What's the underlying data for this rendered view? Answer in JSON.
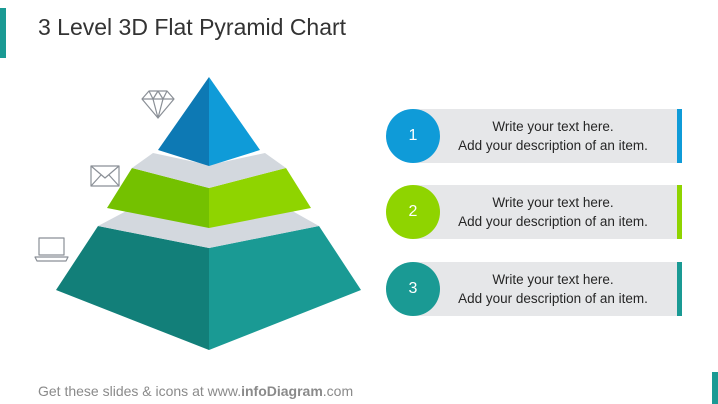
{
  "title": "3 Level 3D Flat Pyramid Chart",
  "colors": {
    "level1_dark": "#0d79b4",
    "level1_light": "#0f9bd8",
    "level2_dark": "#74c100",
    "level2_light": "#8fd400",
    "level3_dark": "#127f79",
    "level3_light": "#1a9a94",
    "slab": "#d3d8de",
    "box": "#e6e7e9",
    "icon": "#8a8f96"
  },
  "icons": [
    "diamond-icon",
    "envelope-icon",
    "laptop-icon"
  ],
  "items": [
    {
      "number": "1",
      "line1": "Write your text here.",
      "line2": "Add your description of an item.",
      "color": "#0f9bd8"
    },
    {
      "number": "2",
      "line1": "Write your text here.",
      "line2": "Add your description of an item.",
      "color": "#8fd400"
    },
    {
      "number": "3",
      "line1": "Write your text here.",
      "line2": "Add your description of an item.",
      "color": "#1a9a94"
    }
  ],
  "footer": {
    "prefix": "Get these slides & icons at www.",
    "brand": "infoDiagram",
    "suffix": ".com"
  }
}
